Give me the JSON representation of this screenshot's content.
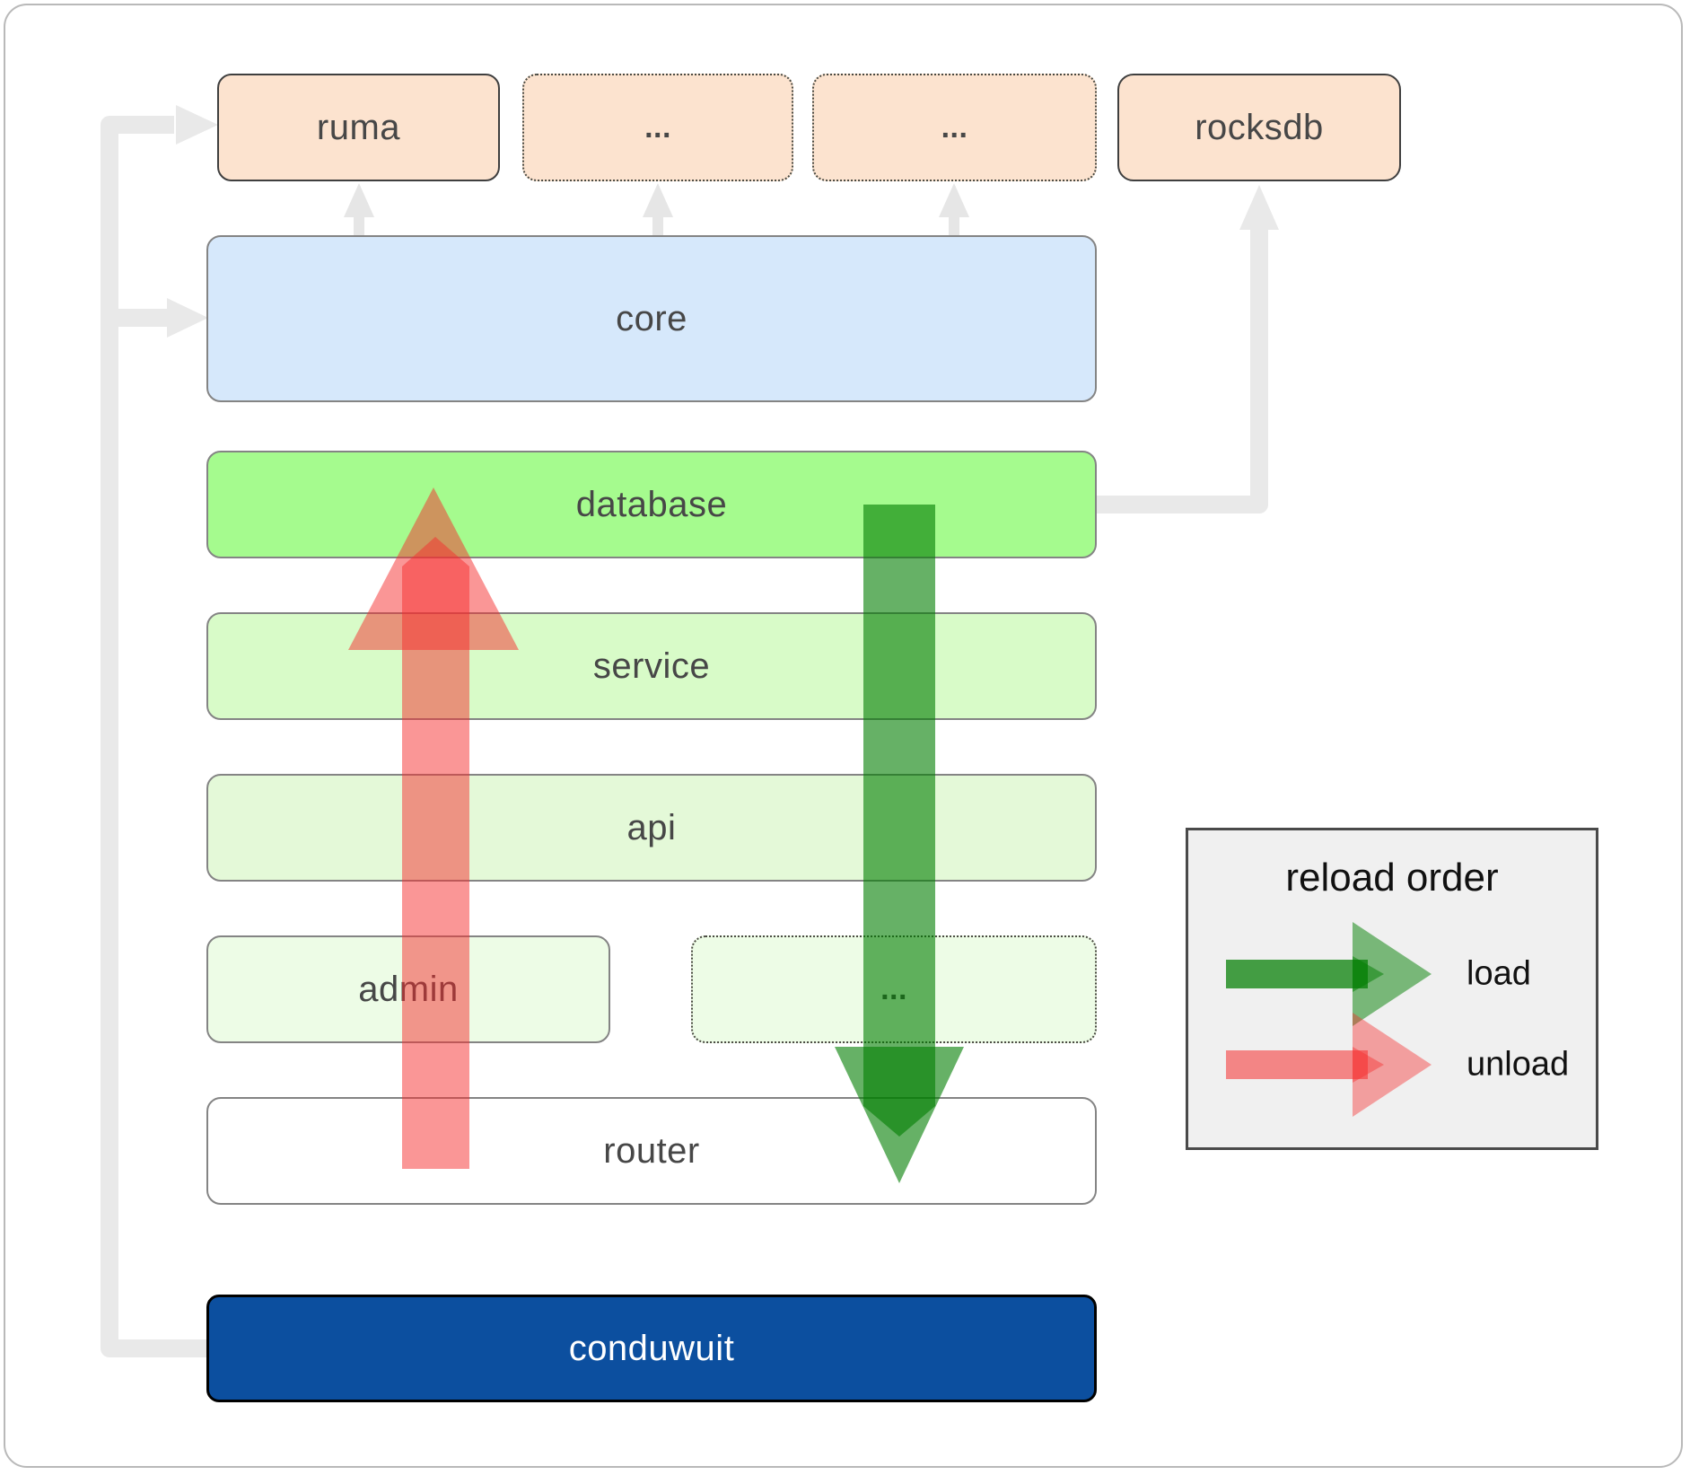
{
  "diagram": {
    "title": "conduwuit architecture / reload order diagram",
    "nodes": {
      "ruma": {
        "label": "ruma"
      },
      "dep_a": {
        "label": "..."
      },
      "dep_b": {
        "label": "..."
      },
      "rocksdb": {
        "label": "rocksdb"
      },
      "core": {
        "label": "core"
      },
      "database": {
        "label": "database"
      },
      "service": {
        "label": "service"
      },
      "api": {
        "label": "api"
      },
      "admin": {
        "label": "admin"
      },
      "workers": {
        "label": "..."
      },
      "router": {
        "label": "router"
      },
      "conduwuit": {
        "label": "conduwuit"
      }
    },
    "legend": {
      "title": "reload order",
      "items": [
        {
          "label": "load",
          "color": "#007d00"
        },
        {
          "label": "unload",
          "color": "#f52d2d"
        }
      ]
    },
    "palette": {
      "peach_fill": "#fce3cf",
      "core_blue": "#d6e8fb",
      "database_green": "#a5fb8e",
      "service_green": "#d8fbc8",
      "api_green": "#e4f9d8",
      "admin_green": "#edfce6",
      "router_fill": "#ffffff",
      "conduwuit_blue": "#0c4f9f",
      "connector_gray": "#e9e9e9",
      "load_green": "#007d00",
      "unload_red": "#f52d2d",
      "legend_bg": "#f0f0f0",
      "label_text": "#474747"
    }
  }
}
